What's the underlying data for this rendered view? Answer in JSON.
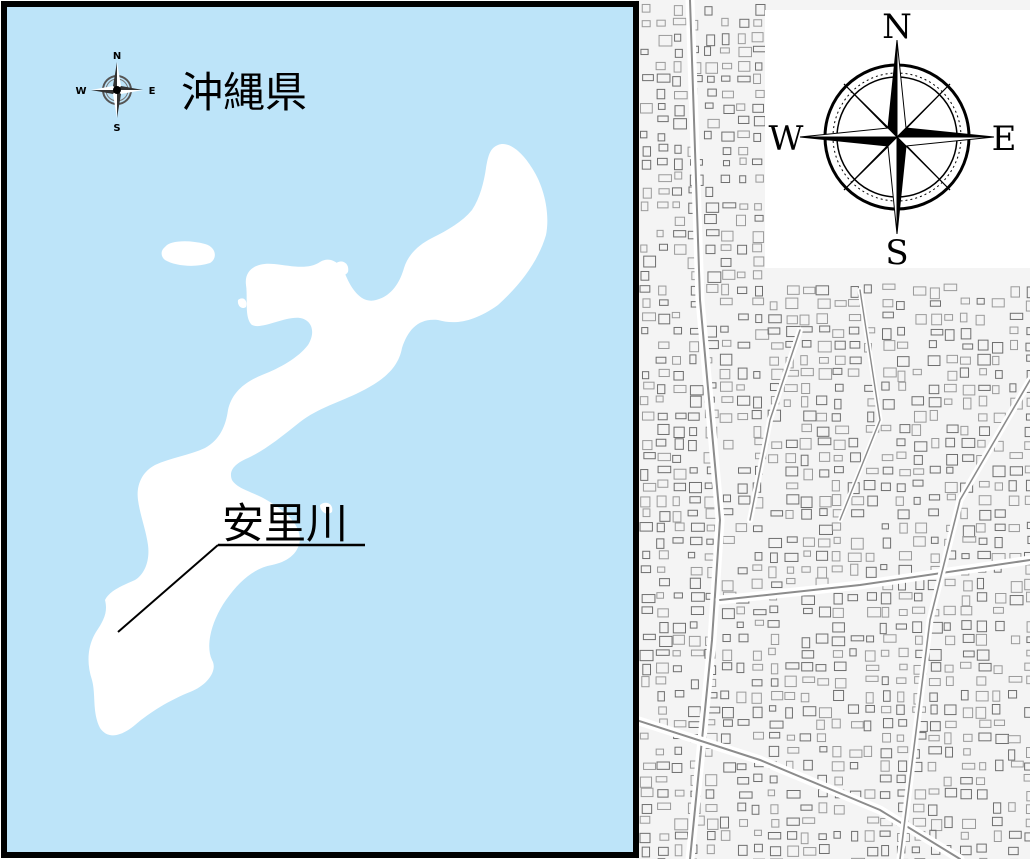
{
  "inset": {
    "title": "沖縄県",
    "river_label": "安里川",
    "sea_color": "#bde4f9",
    "land_color": "#ffffff",
    "small_compass": {
      "n": "N",
      "s": "S",
      "e": "E",
      "w": "W"
    }
  },
  "main_map": {
    "compass": {
      "n": "N",
      "s": "S",
      "e": "E",
      "w": "W"
    },
    "background_color": "#f4f4f4",
    "road_color": "#8c8c8c"
  }
}
